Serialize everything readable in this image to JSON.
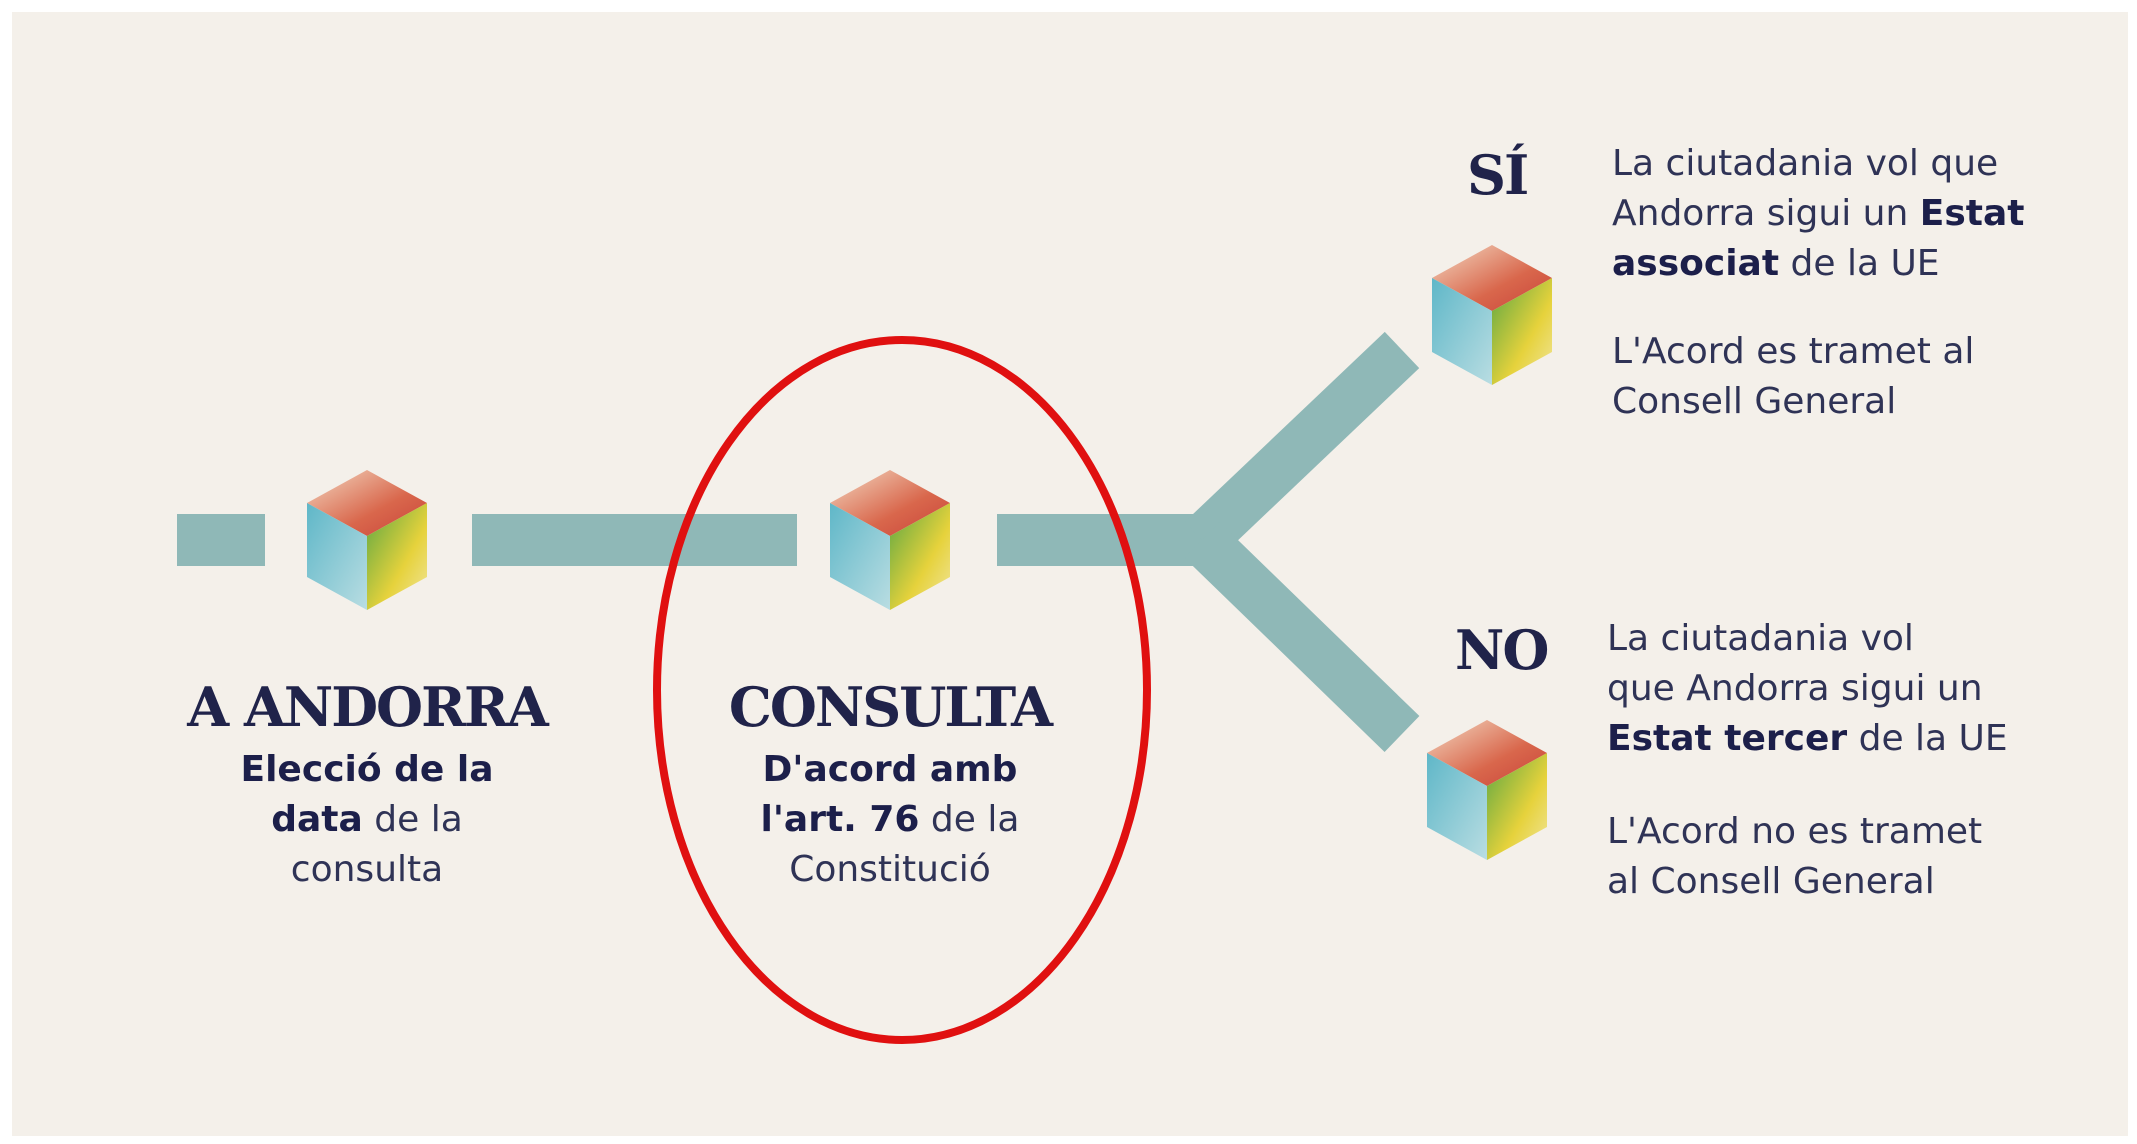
{
  "colors": {
    "background": "#f4f0ea",
    "line": "#8fb8b7",
    "text_dark": "#20234a",
    "highlight_ellipse": "#e01010"
  },
  "steps": [
    {
      "heading": "A ANDORRA",
      "caption_lines": [
        {
          "bold": "Elecció de la",
          "normal": ""
        },
        {
          "bold": "data",
          "normal": " de la"
        },
        {
          "bold": "",
          "normal": "consulta"
        }
      ]
    },
    {
      "heading": "CONSULTA",
      "caption_lines": [
        {
          "bold": "D'acord amb",
          "normal": ""
        },
        {
          "bold": "l'art. 76",
          "normal": " de la"
        },
        {
          "bold": "",
          "normal": "Constitució"
        }
      ]
    }
  ],
  "branches": {
    "yes": {
      "label": "SÍ",
      "desc1_lines": [
        {
          "pre": "La ciutadania vol que",
          "bold": "",
          "post": ""
        },
        {
          "pre": "Andorra sigui un ",
          "bold": "Estat",
          "post": ""
        },
        {
          "pre": "",
          "bold": "associat",
          "post": " de la UE"
        }
      ],
      "desc2_lines": [
        "L'Acord es tramet al",
        "Consell General"
      ]
    },
    "no": {
      "label": "NO",
      "desc1_lines": [
        {
          "pre": "La ciutadania vol",
          "bold": "",
          "post": ""
        },
        {
          "pre": "que Andorra sigui un",
          "bold": "",
          "post": ""
        },
        {
          "pre": "",
          "bold": "Estat tercer",
          "post": " de la UE"
        }
      ],
      "desc2_lines": [
        "L'Acord no es tramet",
        "al Consell General"
      ]
    }
  }
}
